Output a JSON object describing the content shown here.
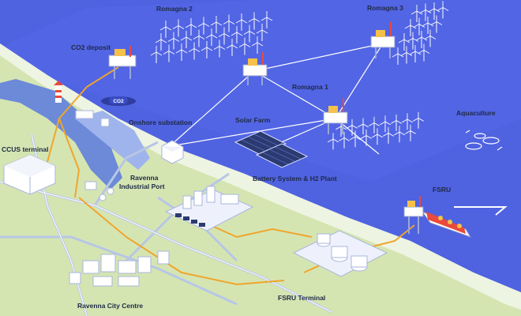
{
  "labels": {
    "romagna2": "Romagna 2",
    "romagna3": "Romagna 3",
    "romagna1": "Romagna 1",
    "co2_deposit": "CO2 deposit",
    "co2_badge": "CO2",
    "onshore_substation": "Onshore substation",
    "solar_farm": "Solar Farm",
    "aquaculture": "Aquaculture",
    "ccus_terminal": "CCUS terminal",
    "ravenna_port_line1": "Ravenna",
    "ravenna_port_line2": "Industrial Port",
    "battery_h2": "Battery System & H2 Plant",
    "fsru": "FSRU",
    "ravenna_city": "Ravenna City Centre",
    "fsru_terminal": "FSRU Terminal"
  },
  "colors": {
    "sea": "#4f62e0",
    "sea_light": "#6a7cf0",
    "beach": "#e7f0d8",
    "land": "#d6e6b4",
    "road": "#b9c7e6",
    "pipeline_orange": "#f0a52c",
    "power_line": "#ffffff",
    "label_text": "#1e2a44"
  }
}
